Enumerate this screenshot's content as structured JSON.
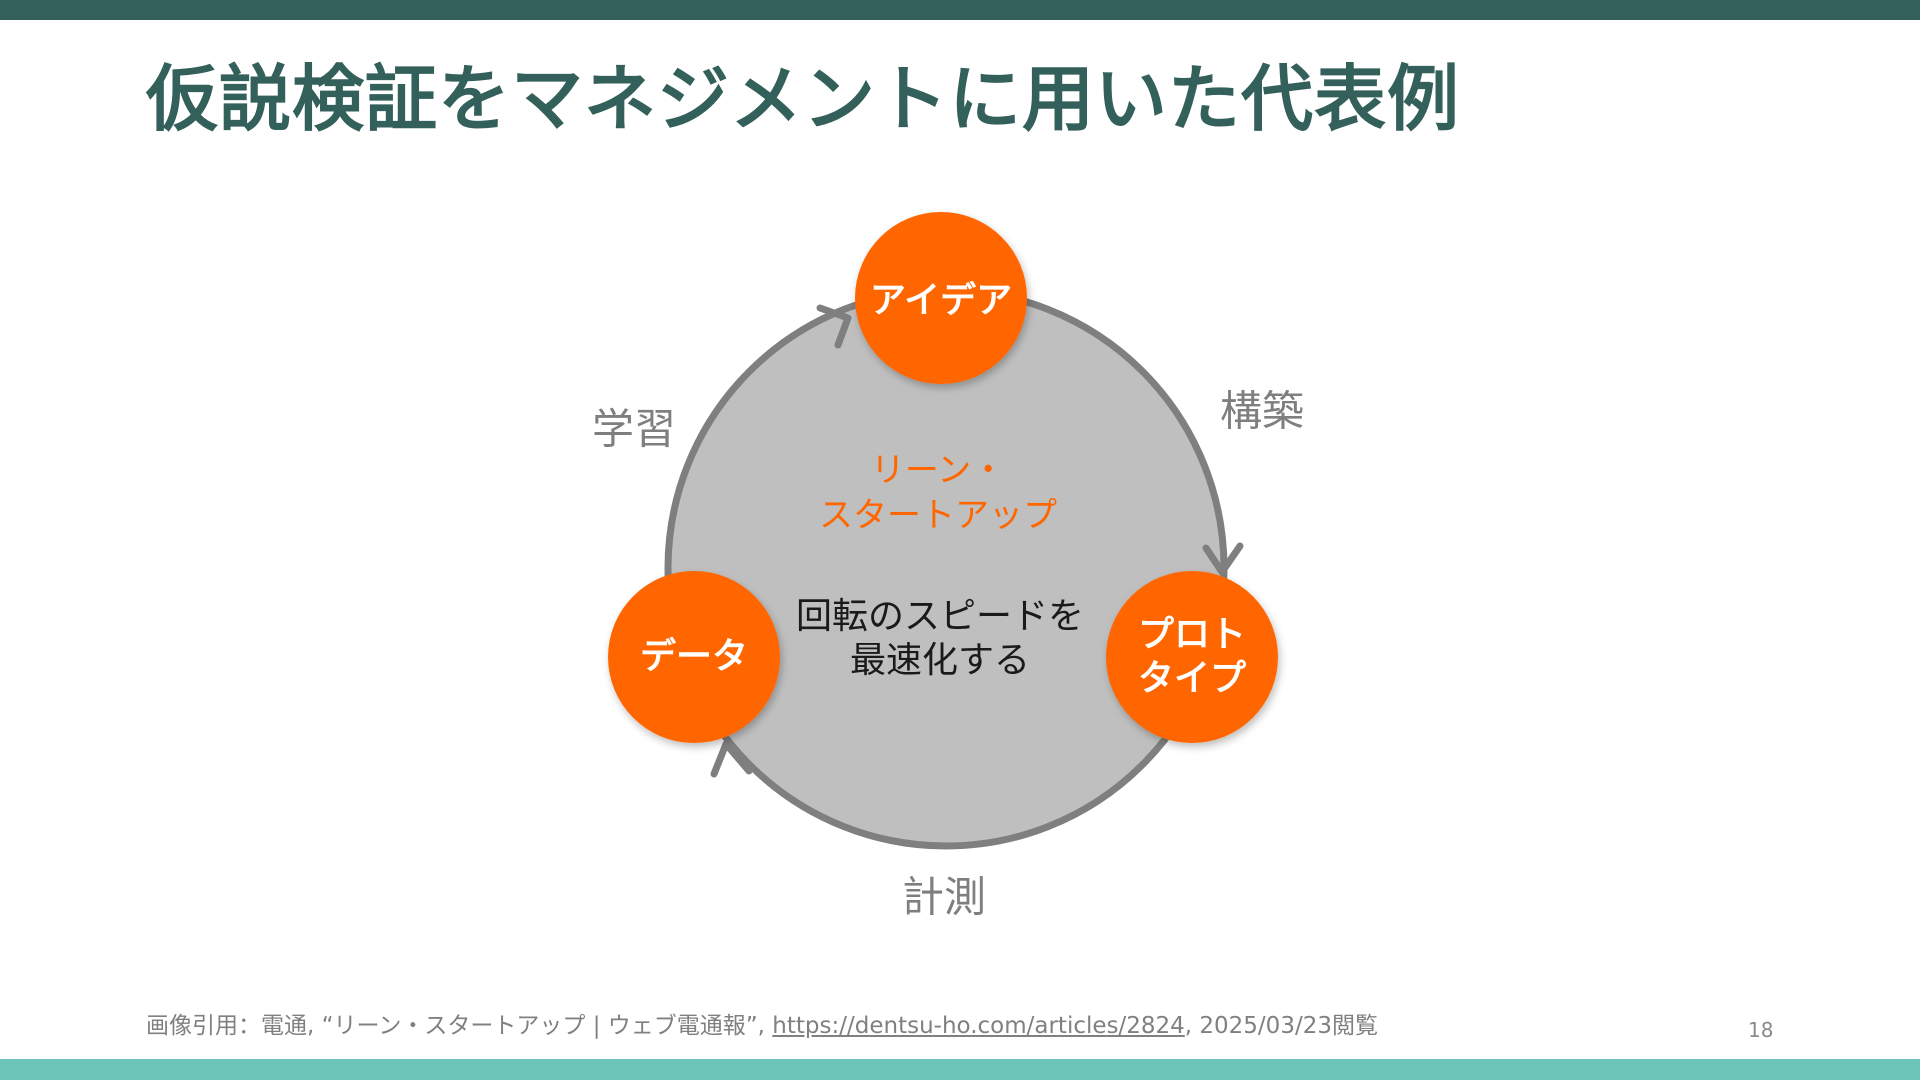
{
  "slide": {
    "title": "仮説検証をマネジメントに用いた代表例",
    "page_number": "18"
  },
  "diagram": {
    "center_title_line1": "リーン・",
    "center_title_line2": "スタートアップ",
    "center_text_line1": "回転のスピードを",
    "center_text_line2": "最速化する",
    "nodes": {
      "idea": "アイデア",
      "prototype_line1": "プロト",
      "prototype_line2": "タイプ",
      "data": "データ"
    },
    "edges": {
      "build": "構築",
      "measure": "計測",
      "learn": "学習"
    },
    "colors": {
      "node_fill": "#ff6600",
      "circle_fill": "#bfbfbf",
      "ring_stroke": "#7f7f7f",
      "accent_text": "#ff6600",
      "title": "#33605a"
    }
  },
  "caption": {
    "prefix": "画像引用：電通, “リーン・スタートアップ | ウェブ電通報”, ",
    "link": "https://dentsu-ho.com/articles/2824",
    "suffix": ", 2025/03/23閲覧"
  }
}
